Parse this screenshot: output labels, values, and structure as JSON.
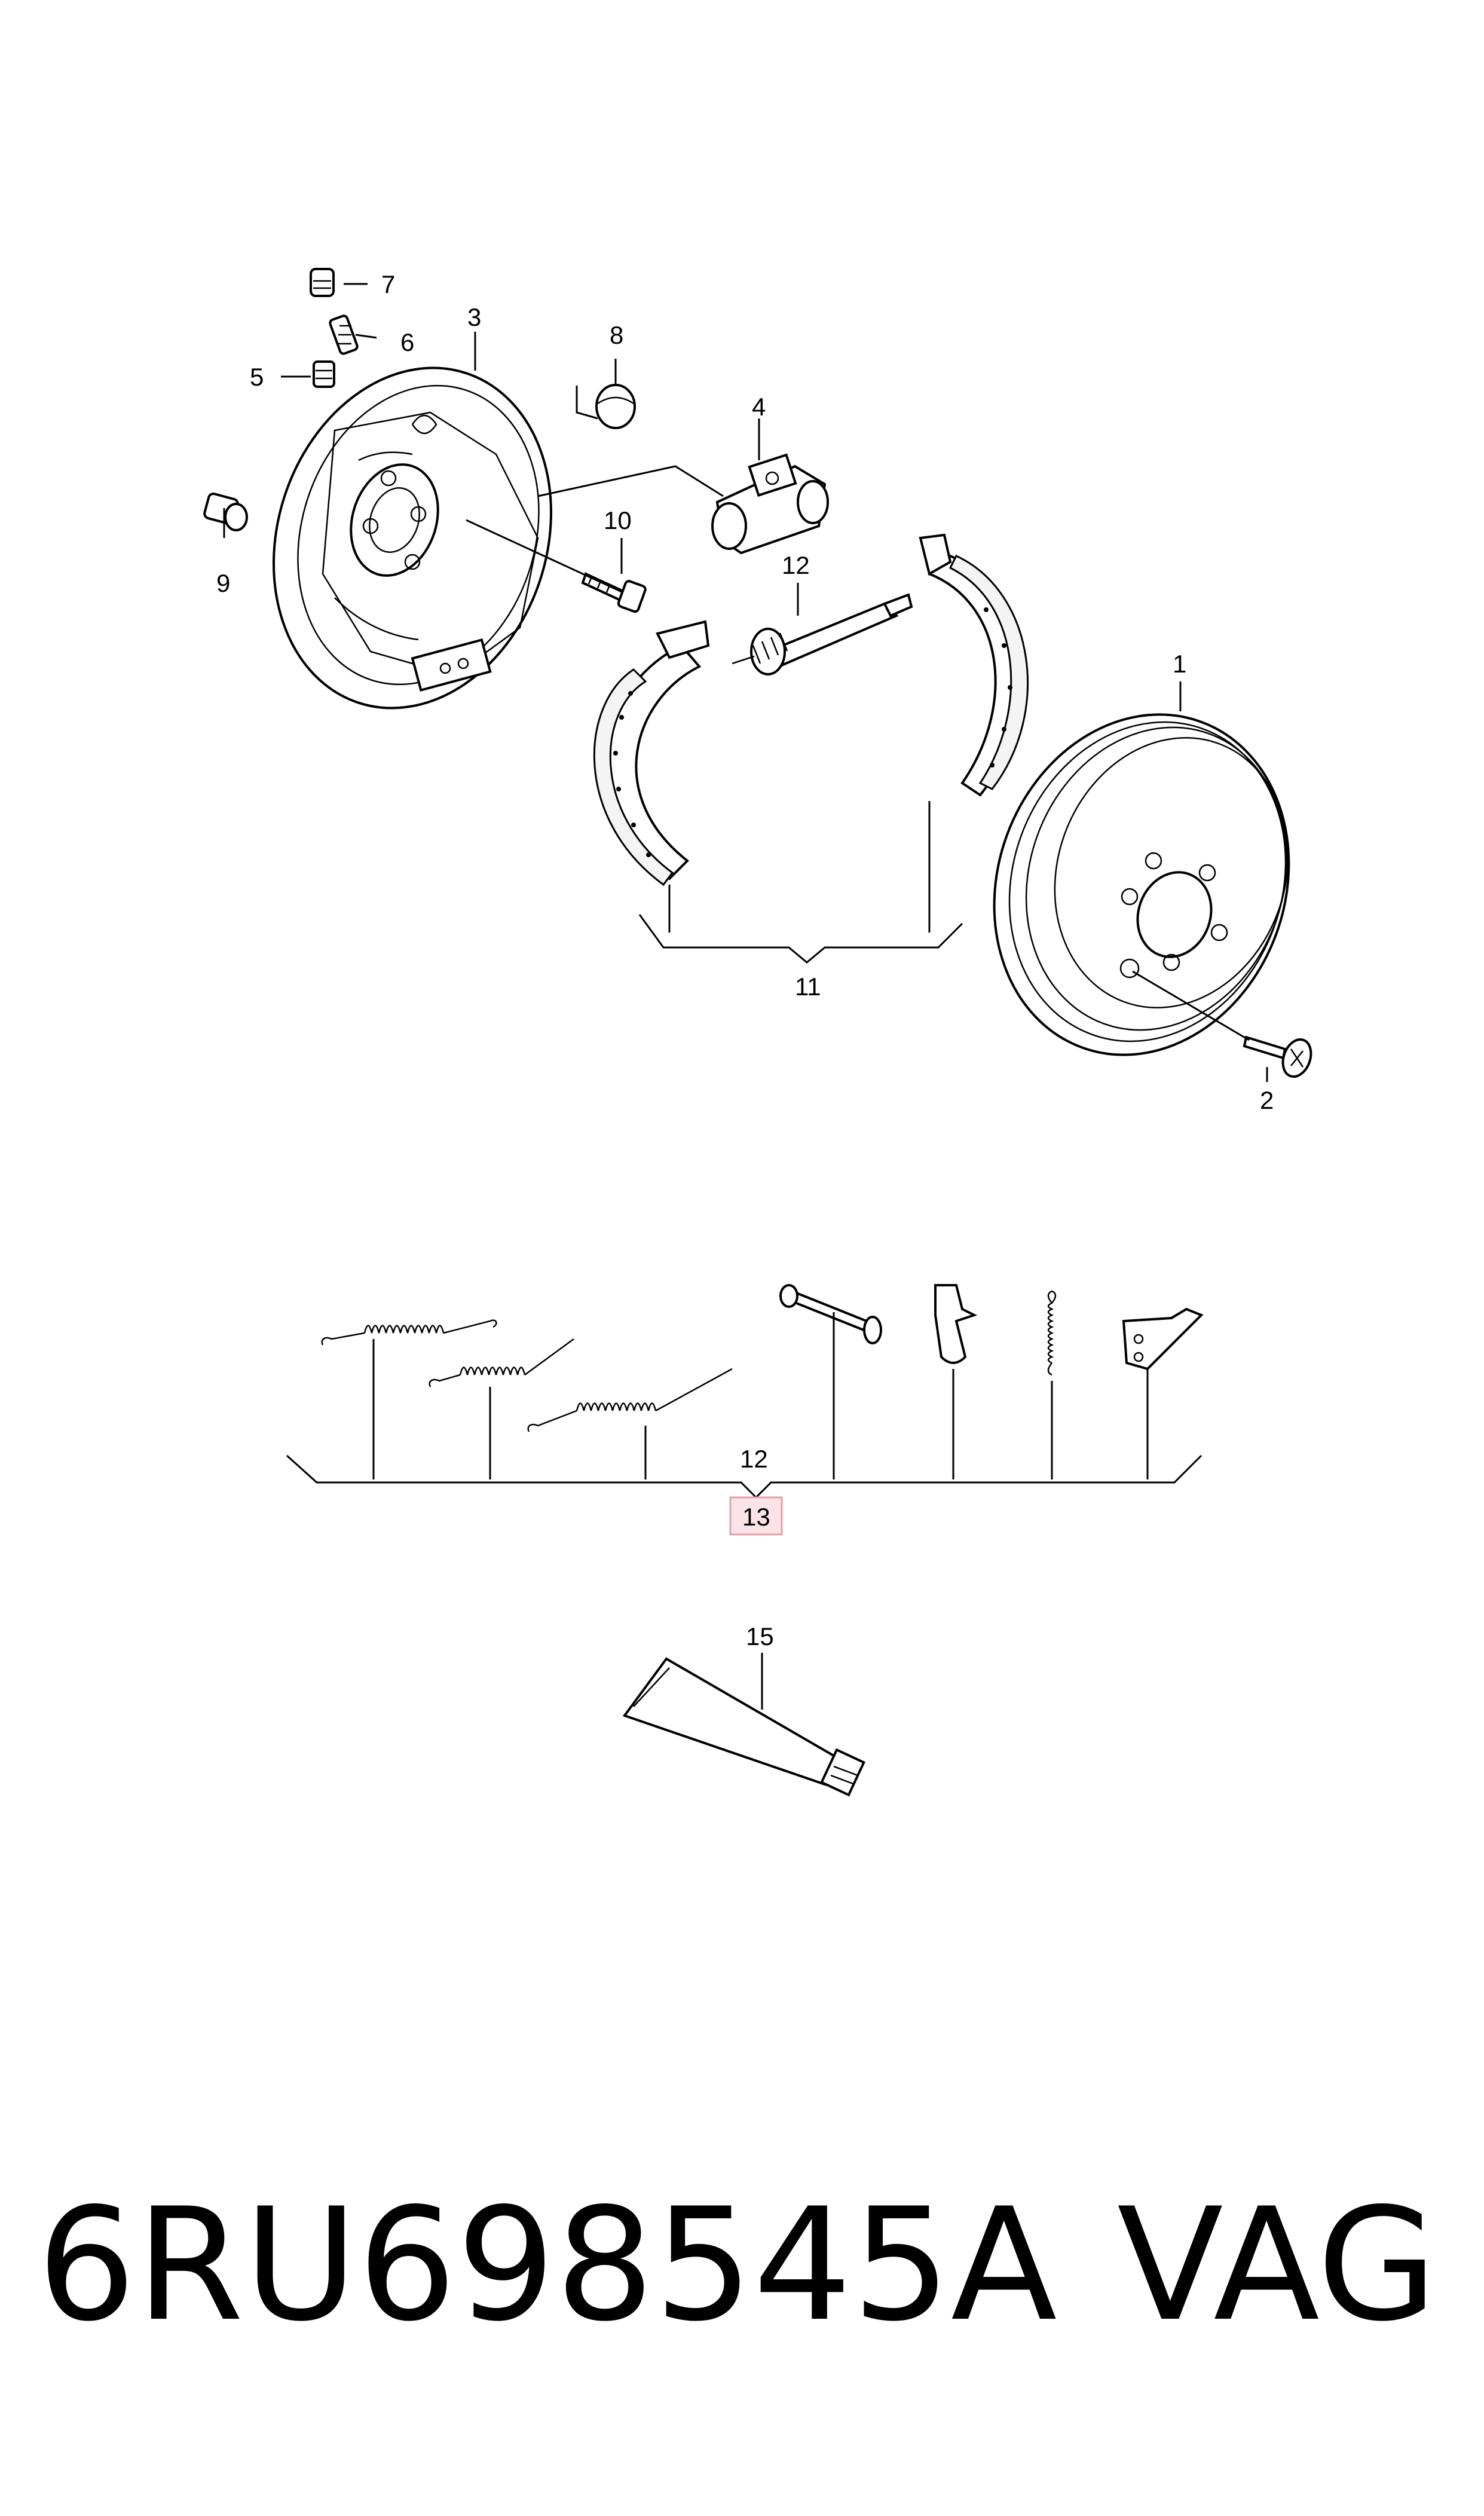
{
  "diagram": {
    "callouts": {
      "n1": "1",
      "n2": "2",
      "n3": "3",
      "n4": "4",
      "n5": "5",
      "n6": "6",
      "n7": "7",
      "n8": "8",
      "n9": "9",
      "n10": "10",
      "n11": "11",
      "n12a": "12",
      "n12b": "12",
      "n13": "13",
      "n15": "15"
    },
    "highlight_color": "#e8a0a8"
  },
  "footer": {
    "part_number": "6RU698545A",
    "brand": "VAG"
  }
}
